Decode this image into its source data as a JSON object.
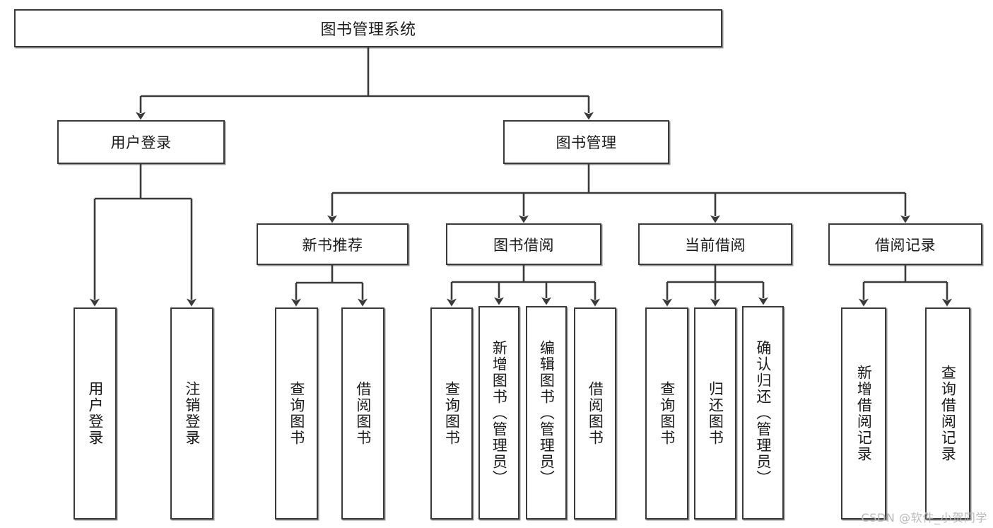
{
  "diagram": {
    "title": "图书管理系统",
    "type": "tree",
    "watermark": "CSDN @软件_小贺同学",
    "colors": {
      "stroke": "#3a3a3a",
      "fill": "#ffffff",
      "text": "#1b1b1b",
      "watermark": "#b9b9b9"
    },
    "root": {
      "label": "图书管理系统"
    },
    "level2": [
      {
        "label": "用户登录"
      },
      {
        "label": "图书管理"
      }
    ],
    "level3": [
      {
        "label": "新书推荐"
      },
      {
        "label": "图书借阅"
      },
      {
        "label": "当前借阅"
      },
      {
        "label": "借阅记录"
      }
    ],
    "leaves": {
      "user_login": [
        {
          "label": "用户登录"
        },
        {
          "label": "注销登录"
        }
      ],
      "new_book_recommend": [
        {
          "label": "查询图书"
        },
        {
          "label": "借阅图书"
        }
      ],
      "book_borrow": [
        {
          "label": "查询图书"
        },
        {
          "label": "新增图书（管理员）"
        },
        {
          "label": "编辑图书（管理员）"
        },
        {
          "label": "借阅图书"
        }
      ],
      "current_borrow": [
        {
          "label": "查询图书"
        },
        {
          "label": "归还图书"
        },
        {
          "label": "确认归还（管理员）"
        }
      ],
      "borrow_records": [
        {
          "label": "新增借阅记录"
        },
        {
          "label": "查询借阅记录"
        }
      ]
    }
  }
}
